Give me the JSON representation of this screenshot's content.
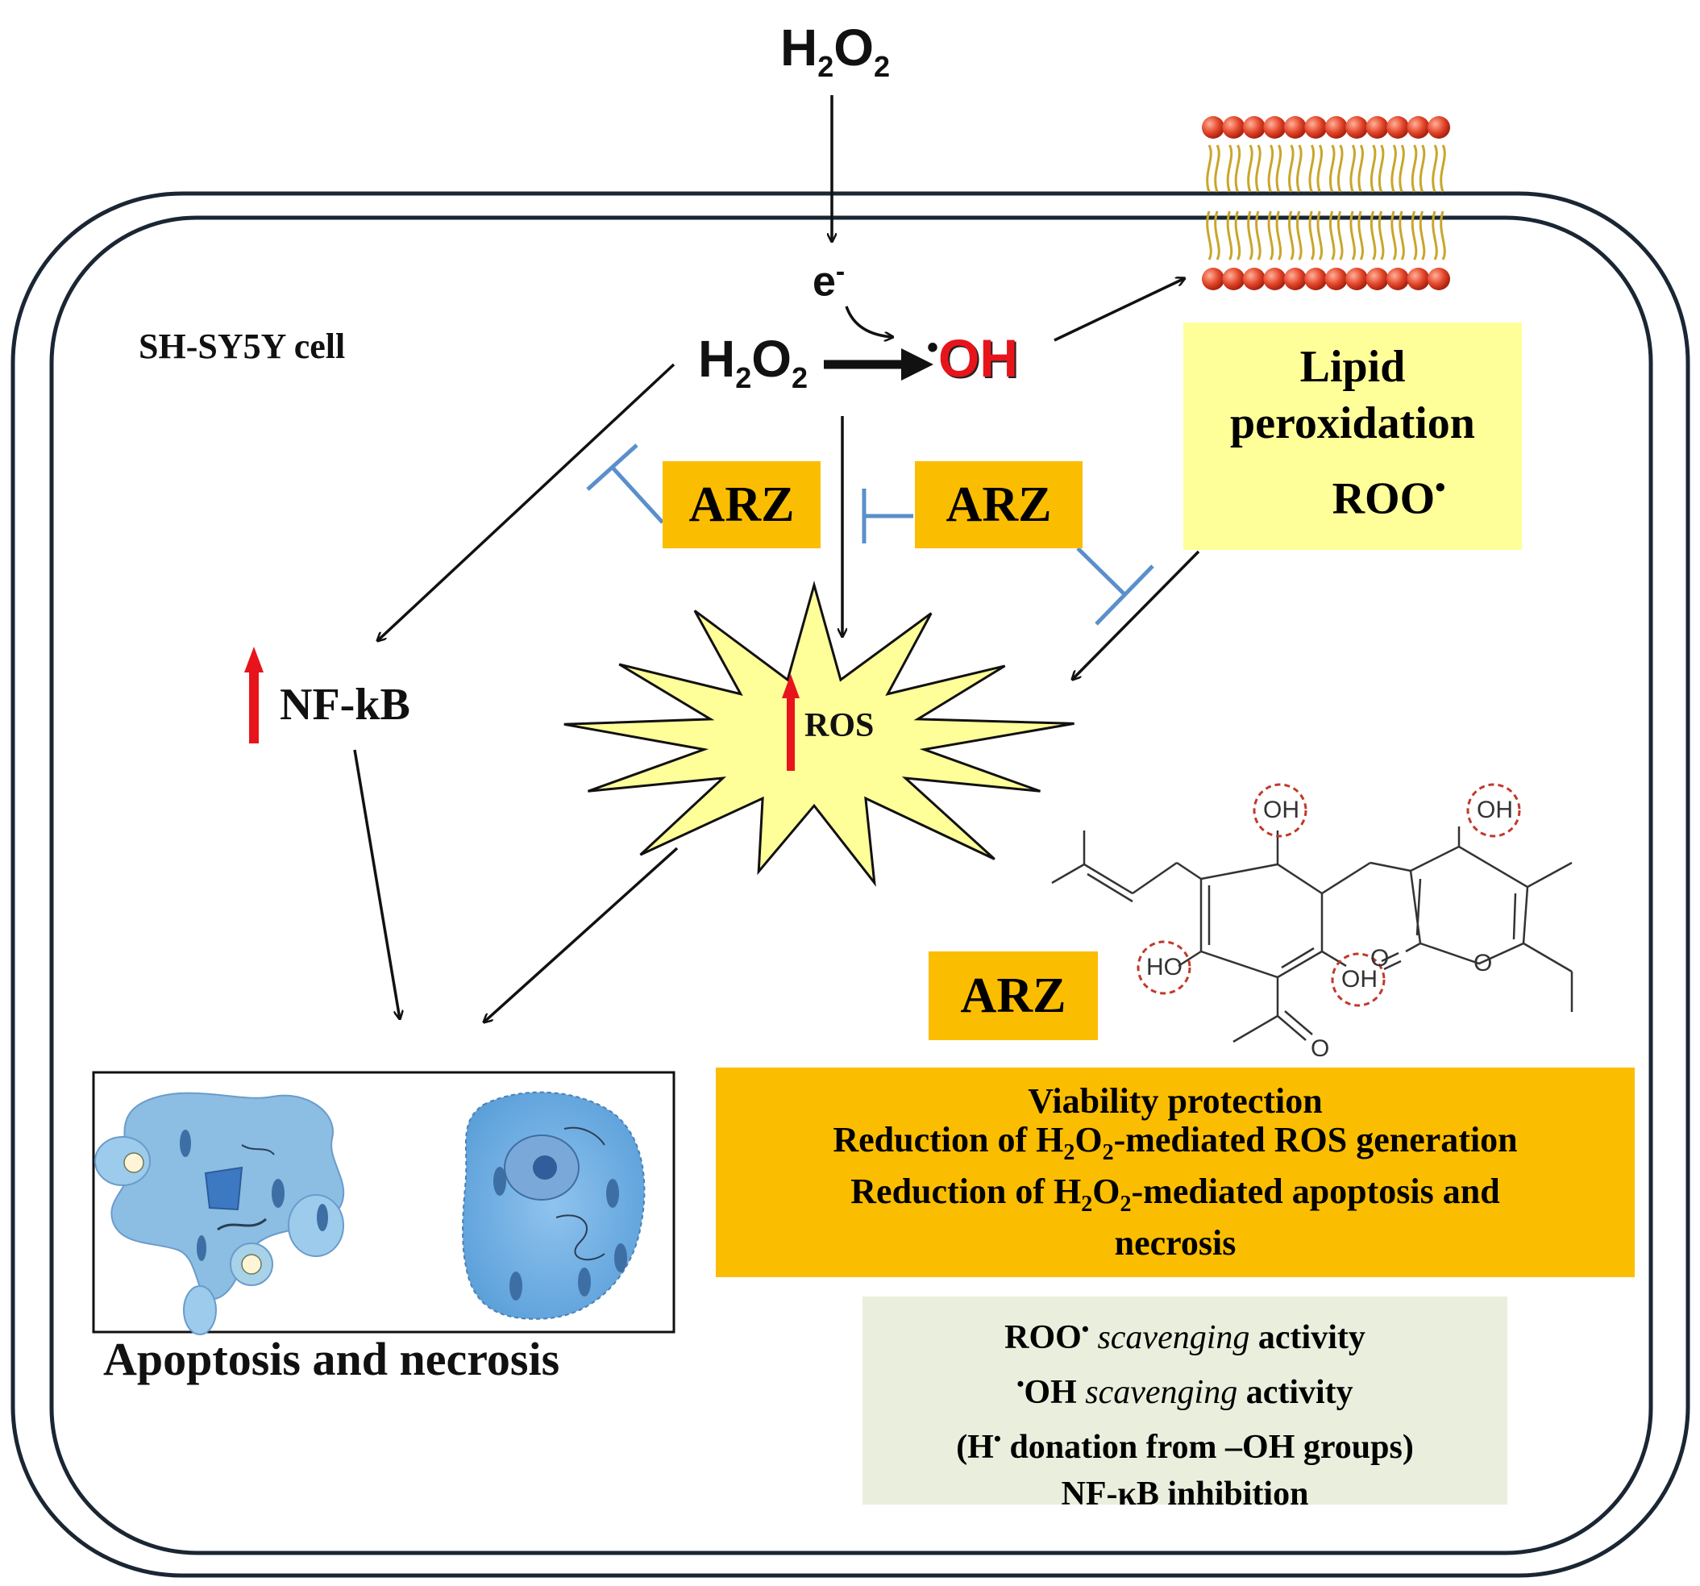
{
  "diagram": {
    "source": {
      "h": "H",
      "sub1": "2",
      "o": "O",
      "sub2": "2"
    },
    "electron": {
      "e": "e",
      "sup": "-"
    },
    "reaction": {
      "h": "H",
      "sub1": "2",
      "o": "O",
      "sub2": "2",
      "radical_dot": "•",
      "radical": "OH"
    },
    "cell_label": "SH-SY5Y cell",
    "lipid_box": {
      "line1": "Lipid",
      "line2": "peroxidation",
      "roo": "ROO",
      "dot": "•"
    },
    "arz_left": "ARZ",
    "arz_right": "ARZ",
    "arz_molecule_label": "ARZ",
    "nfkb": "NF-kB",
    "ros": "ROS",
    "outcome_label": "Apoptosis and necrosis",
    "molecule": {
      "oh_top_left": "OH",
      "oh_top_right": "OH",
      "ho_left": "HO",
      "oh_mid": "OH",
      "o_ring": "O",
      "o_carbonyl": "O",
      "o_acetyl": "O"
    },
    "effects_box": {
      "line1": "Viability protection",
      "line2_pre": "Reduction of H",
      "line2_sub1": "2",
      "line2_mid": "O",
      "line2_sub2": "2",
      "line2_post": "-mediated ROS generation",
      "line3_pre": "Reduction of H",
      "line3_sub1": "2",
      "line3_mid": "O",
      "line3_sub2": "2",
      "line3_post": "-mediated apoptosis and",
      "line4": "necrosis"
    },
    "mechanism_box": {
      "line1_a": "ROO",
      "line1_dot": "•",
      "line1_it": "scavenging",
      "line1_b": "activity",
      "line2_dot": "•",
      "line2_a": "OH",
      "line2_it": "scavenging",
      "line2_b": "activity",
      "line3_a": "(H",
      "line3_dot": "•",
      "line3_b": "donation from –OH groups)",
      "line4": "NF-κB inhibition"
    }
  },
  "colors": {
    "arz_fill": "#fbbd00",
    "lipid_fill": "#ffff99",
    "mechanism_fill": "#eaeedd",
    "inhibit_line": "#5a8fcb",
    "up_arrow": "#e8141b",
    "radical_text": "#e8141b",
    "ros_fill": "#ffff99",
    "cell_outline": "#1a2633"
  }
}
